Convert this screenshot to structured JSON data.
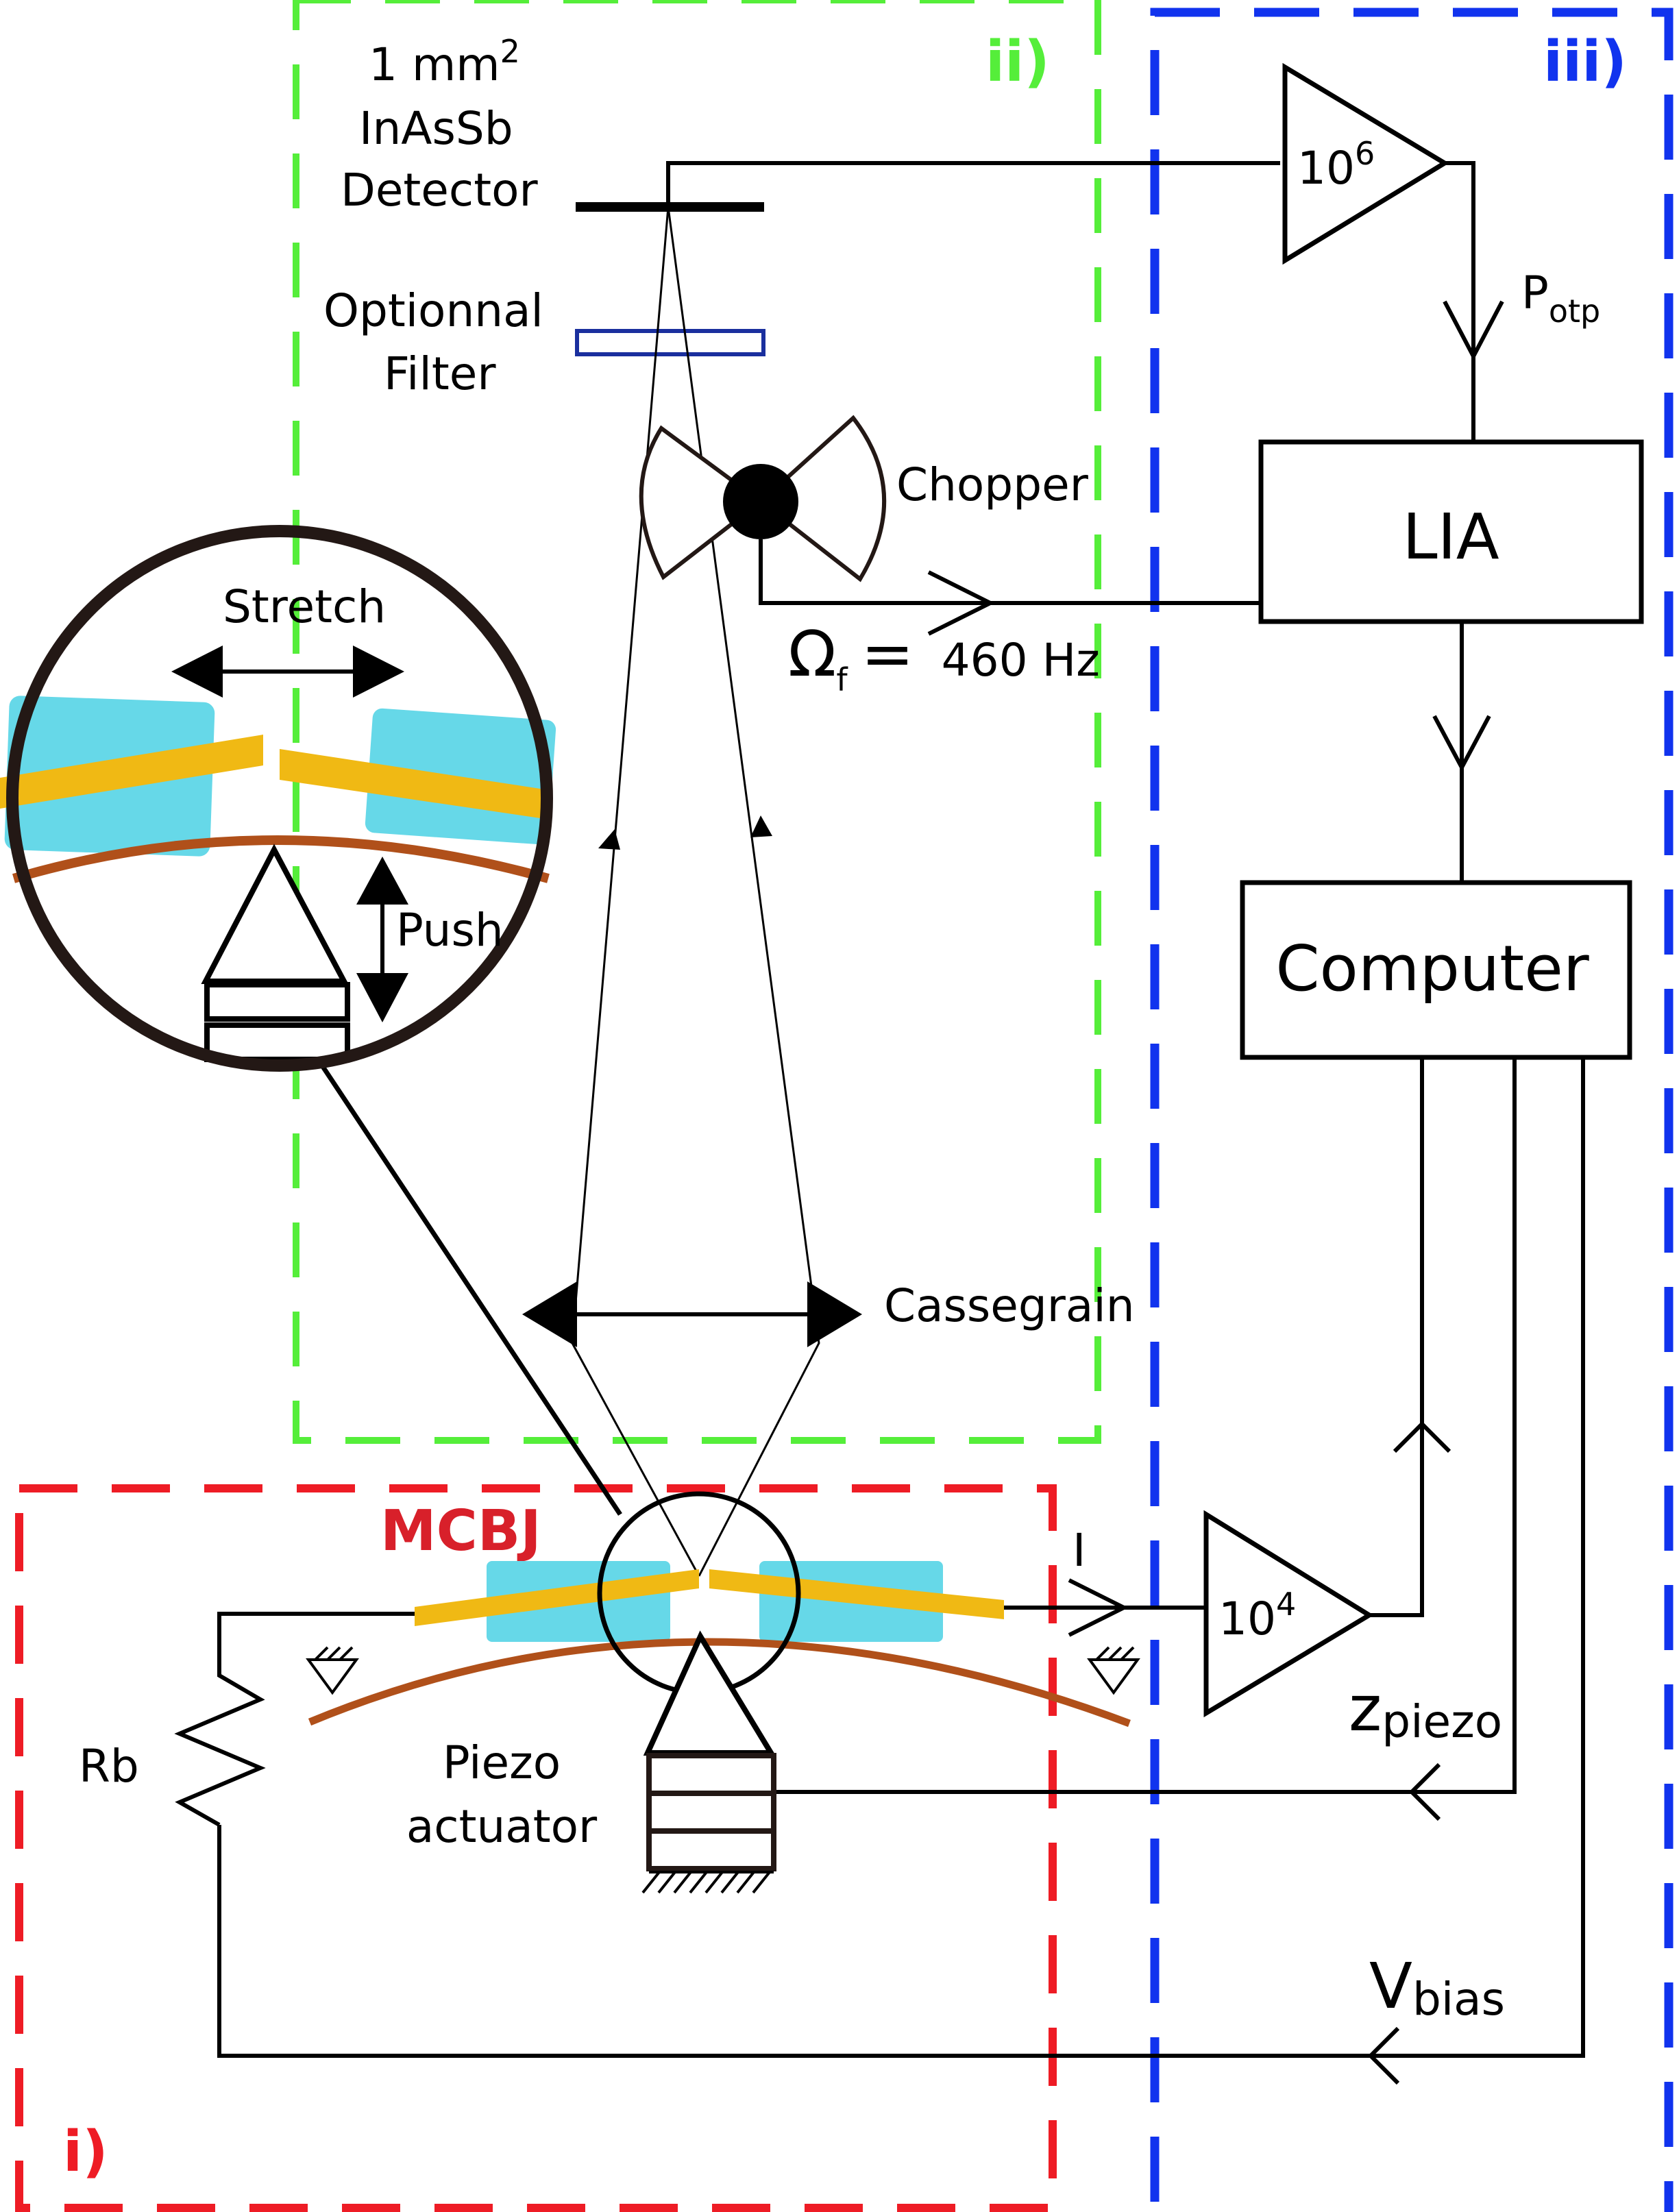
{
  "regions": {
    "i": {
      "label": "i)",
      "color": "#ee1c25"
    },
    "ii": {
      "label": "ii)",
      "color": "#55ee3a"
    },
    "iii": {
      "label": "iii)",
      "color": "#1133ee"
    }
  },
  "detector": {
    "line1": "1 mm",
    "line1_sup": "2",
    "line2": "InAsSb",
    "line3": "Detector"
  },
  "filter": {
    "line1": "Optionnal",
    "line2": "Filter",
    "color": "#1a2f9e"
  },
  "chopper": {
    "label": "Chopper"
  },
  "frequency": {
    "symbol": "Ω",
    "sub": "f",
    "equals": "=",
    "value": "460 Hz"
  },
  "amp_top": {
    "base": "10",
    "exp": "6"
  },
  "amp_bottom": {
    "base": "10",
    "exp": "4"
  },
  "potp": {
    "main": "P",
    "sub": "otp"
  },
  "lia": {
    "label": "LIA"
  },
  "computer": {
    "label": "Computer"
  },
  "zoom": {
    "stretch": "Stretch",
    "push": "Push"
  },
  "cassegrain": {
    "label": "Cassegrain"
  },
  "mcbj": {
    "label": "MCBJ",
    "color": "#d8202a"
  },
  "current": {
    "label": "I"
  },
  "zpiezo": {
    "main": "z",
    "sub": "piezo"
  },
  "vbias": {
    "main": "V",
    "sub": "bias"
  },
  "resistor": {
    "label": "Rb"
  },
  "piezo": {
    "line1": "Piezo",
    "line2": "actuator"
  },
  "colors": {
    "electrode": "#f0b914",
    "block": "#66d8e8",
    "substrate": "#b0501a"
  }
}
